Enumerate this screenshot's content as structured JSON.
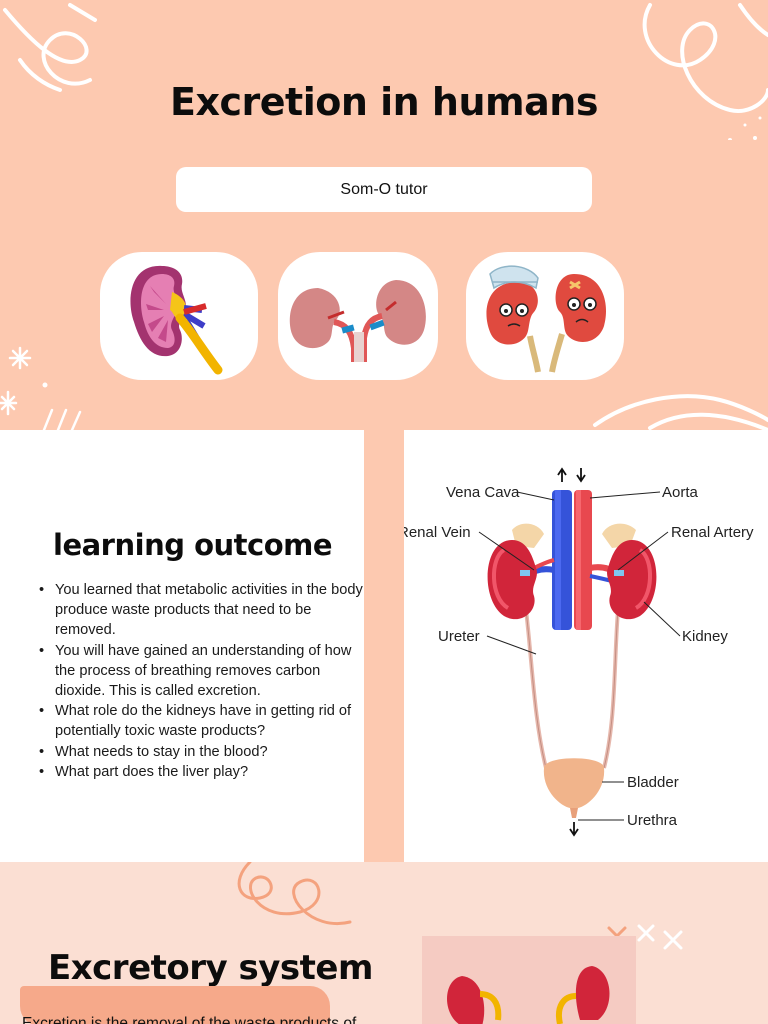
{
  "slide1": {
    "title": "Excretion in humans",
    "subtitle": "Som-O tutor",
    "images": [
      "kidney-cross-section",
      "pair-of-kidneys",
      "sick-cartoon-kidneys"
    ],
    "background_color": "#fdc9b0"
  },
  "slide2": {
    "title": "learning outcome",
    "outcomes": [
      "You learned that metabolic activities in the body produce waste products that need to be removed.",
      "You will have gained an understanding of how the process of breathing removes carbon dioxide. This is called excretion.",
      "What role do the kidneys have in getting rid of potentially toxic waste products?",
      "What needs to stay in the blood?",
      "What part does the liver play?"
    ],
    "diagram_labels": {
      "vena_cava": "Vena Cava",
      "aorta": "Aorta",
      "renal_vein": "Renal Vein",
      "renal_artery": "Renal Artery",
      "ureter": "Ureter",
      "kidney": "Kidney",
      "bladder": "Bladder",
      "urethra": "Urethra"
    }
  },
  "slide3": {
    "title": "Excretory system",
    "body": "Excretion is the removal of the waste products of",
    "background_color": "#fbdfd3"
  }
}
